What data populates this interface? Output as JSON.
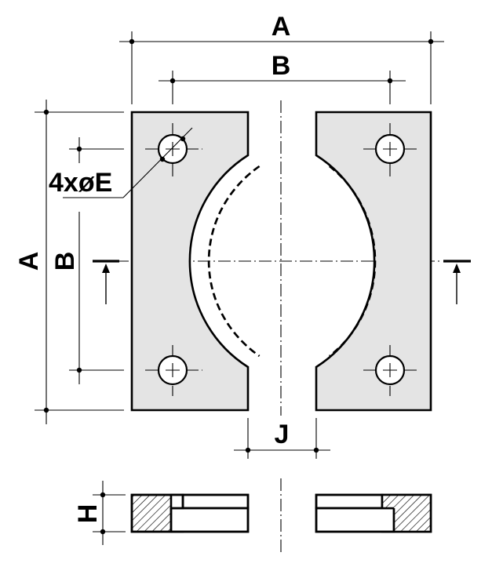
{
  "drawing": {
    "labels": {
      "overall_width": "A",
      "hole_spacing_width": "B",
      "overall_height": "A",
      "hole_spacing_height": "B",
      "hole_callout": "4xøE",
      "gap": "J",
      "thickness": "H"
    },
    "colors": {
      "plate_fill": "#e4e4e4",
      "outline": "#000000",
      "background": "#ffffff"
    }
  }
}
